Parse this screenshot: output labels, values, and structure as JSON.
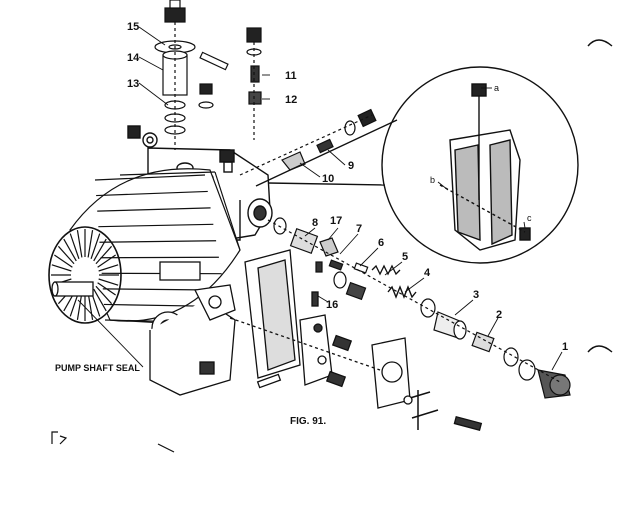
{
  "diagram": {
    "figure_title": "FIG. 91.",
    "caption": "PUMP SHAFT SEAL",
    "part_labels": [
      "1",
      "2",
      "3",
      "4",
      "5",
      "6",
      "7",
      "8",
      "9",
      "10",
      "11",
      "12",
      "13",
      "14",
      "15",
      "16",
      "17"
    ],
    "detail_labels": [
      "a",
      "b",
      "c"
    ],
    "colors": {
      "ink": "#111111",
      "paper": "#ffffff",
      "shade": "#555555"
    }
  }
}
